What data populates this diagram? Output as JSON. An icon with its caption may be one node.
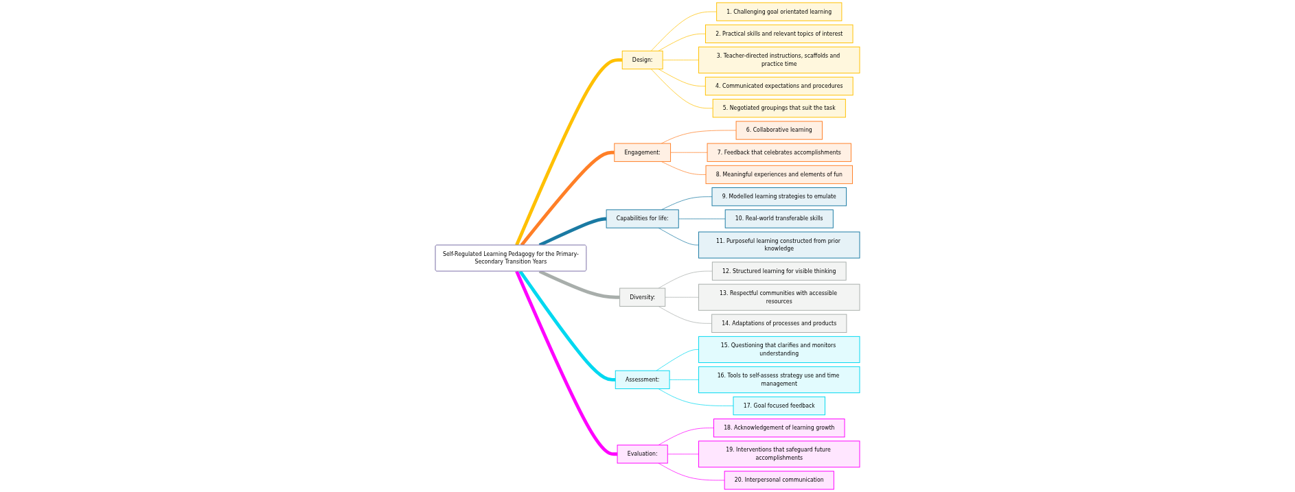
{
  "diagram": {
    "nodes": [
      {
        "text": [
          "Self-Regulated Learning Pedagogy for the Primary-Secondary Transition Years"
        ]
      },
      {
        "text": [
          "Design:"
        ]
      },
      {
        "text": [
          "1. Challenging goal orientated learning"
        ]
      },
      {
        "text": [
          "2. Practical skills and relevant topics of interest"
        ]
      },
      {
        "text": [
          "3. Teacher-directed instructions, scaffolds and practice time"
        ]
      },
      {
        "text": [
          "4. Communicated expectations and procedures"
        ]
      },
      {
        "text": [
          "5. Negotiated groupings that suit the task"
        ]
      },
      {
        "text": [
          "Engagement:"
        ]
      },
      {
        "text": [
          "6. Collaborative learning"
        ]
      },
      {
        "text": [
          "7. Feedback that celebrates accomplishments"
        ]
      },
      {
        "text": [
          "8. Meaningful experiences and elements of fun"
        ]
      },
      {
        "text": [
          "Capabilities for life:"
        ]
      },
      {
        "text": [
          "9. Modelled learning strategies to emulate"
        ]
      },
      {
        "text": [
          "10. Real-world transferable skills"
        ]
      },
      {
        "text": [
          "11. Purposeful learning constructed from prior knowledge"
        ]
      },
      {
        "text": [
          "Diversity:"
        ]
      },
      {
        "text": [
          "12. Structured learning for visible thinking"
        ]
      },
      {
        "text": [
          "13. Respectful communities with accessible resources"
        ]
      },
      {
        "text": [
          "14. Adaptations of processes and products"
        ]
      },
      {
        "text": [
          "Assessment:"
        ]
      },
      {
        "text": [
          "15. Questioning that clarifies and monitors understanding"
        ]
      },
      {
        "text": [
          "16. Tools to self-assess strategy use and time management"
        ]
      },
      {
        "text": [
          "17. Goal focused feedback"
        ]
      },
      {
        "text": [
          "Evaluation:"
        ]
      },
      {
        "text": [
          "18. Acknowledgement of learning growth"
        ]
      },
      {
        "text": [
          "19. Interventions that safeguard future accomplishments"
        ]
      },
      {
        "text": [
          "20. Interpersonal communication"
        ]
      }
    ],
    "edges": [
      {
        "from": 0,
        "to": 1,
        "arrow": "none",
        "style": "thick",
        "color": "#ffc000"
      },
      {
        "from": 1,
        "to": 2,
        "arrow": "none",
        "color": "#ffc000"
      },
      {
        "from": 1,
        "to": 3,
        "arrow": "none",
        "color": "#ffc000"
      },
      {
        "from": 1,
        "to": 4,
        "arrow": "none",
        "color": "#ffc000"
      },
      {
        "from": 1,
        "to": 5,
        "arrow": "none",
        "color": "#ffc000"
      },
      {
        "from": 1,
        "to": 6,
        "arrow": "none",
        "color": "#ffc000"
      },
      {
        "from": 0,
        "to": 7,
        "arrow": "none",
        "style": "thick",
        "color": "#ff7f27"
      },
      {
        "from": 7,
        "to": 8,
        "arrow": "none",
        "color": "#ff7f27"
      },
      {
        "from": 7,
        "to": 9,
        "arrow": "none",
        "color": "#ff7f27"
      },
      {
        "from": 7,
        "to": 10,
        "arrow": "none",
        "color": "#ff7f27"
      },
      {
        "from": 0,
        "to": 11,
        "arrow": "none",
        "style": "thick",
        "color": "#1a7aa3"
      },
      {
        "from": 11,
        "to": 12,
        "arrow": "none",
        "color": "#1a7aa3"
      },
      {
        "from": 11,
        "to": 13,
        "arrow": "none",
        "color": "#1a7aa3"
      },
      {
        "from": 11,
        "to": 14,
        "arrow": "none",
        "color": "#1a7aa3"
      },
      {
        "from": 0,
        "to": 15,
        "arrow": "none",
        "style": "thick",
        "color": "#a8aeab"
      },
      {
        "from": 15,
        "to": 16,
        "arrow": "none",
        "color": "#a8aeab"
      },
      {
        "from": 15,
        "to": 17,
        "arrow": "none",
        "color": "#a8aeab"
      },
      {
        "from": 15,
        "to": 18,
        "arrow": "none",
        "color": "#a8aeab"
      },
      {
        "from": 0,
        "to": 19,
        "arrow": "none",
        "style": "thick",
        "color": "#00d8f0"
      },
      {
        "from": 19,
        "to": 20,
        "arrow": "none",
        "color": "#00d8f0"
      },
      {
        "from": 19,
        "to": 21,
        "arrow": "none",
        "color": "#00d8f0"
      },
      {
        "from": 19,
        "to": 22,
        "arrow": "none",
        "color": "#00d8f0"
      },
      {
        "from": 0,
        "to": 23,
        "arrow": "none",
        "style": "thick",
        "color": "#ff00ff"
      },
      {
        "from": 23,
        "to": 24,
        "arrow": "none",
        "color": "#ff00ff"
      },
      {
        "from": 23,
        "to": 25,
        "arrow": "none",
        "color": "#ff00ff"
      },
      {
        "from": 23,
        "to": 26,
        "arrow": "none",
        "color": "#ff00ff"
      }
    ]
  }
}
